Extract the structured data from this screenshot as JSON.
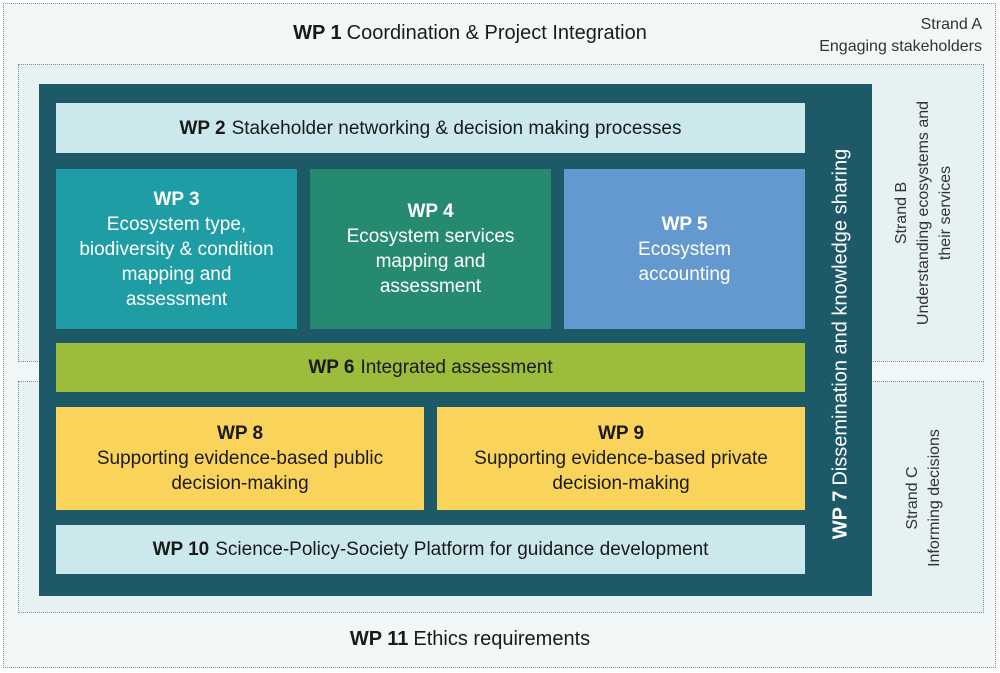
{
  "strands": {
    "a": {
      "name": "Strand A",
      "desc": "Engaging stakeholders"
    },
    "b": {
      "name": "Strand B",
      "desc_line1": "Understanding ecosystems and",
      "desc_line2": "their services"
    },
    "c": {
      "name": "Strand C",
      "desc": "Informing decisions"
    }
  },
  "wp1": {
    "id": "WP 1",
    "text": "Coordination & Project Integration"
  },
  "wp2": {
    "id": "WP 2",
    "text": "Stakeholder networking & decision making processes"
  },
  "wp3": {
    "id": "WP 3",
    "lines": [
      "Ecosystem type,",
      "biodiversity & condition",
      "mapping and",
      "assessment"
    ]
  },
  "wp4": {
    "id": "WP 4",
    "lines": [
      "Ecosystem services",
      "mapping and",
      "assessment"
    ]
  },
  "wp5": {
    "id": "WP 5",
    "lines": [
      "Ecosystem",
      "accounting"
    ]
  },
  "wp6": {
    "id": "WP 6",
    "text": "Integrated assessment"
  },
  "wp7": {
    "id": "WP 7",
    "text": "Dissemination and knowledge sharing"
  },
  "wp8": {
    "id": "WP 8",
    "lines": [
      "Supporting evidence-based public",
      "decision-making"
    ]
  },
  "wp9": {
    "id": "WP 9",
    "lines": [
      "Supporting evidence-based private",
      "decision-making"
    ]
  },
  "wp10": {
    "id": "WP 10",
    "text": "Science-Policy-Society Platform for guidance development"
  },
  "wp11": {
    "id": "WP 11",
    "text": "Ethics requirements"
  },
  "colors": {
    "frame": "#1e5968",
    "light_blue": "#cbe9ed",
    "teal": "#1e9da5",
    "green": "#258a6f",
    "blue": "#6399cf",
    "lime": "#9cbc3b",
    "yellow": "#fad45a"
  }
}
